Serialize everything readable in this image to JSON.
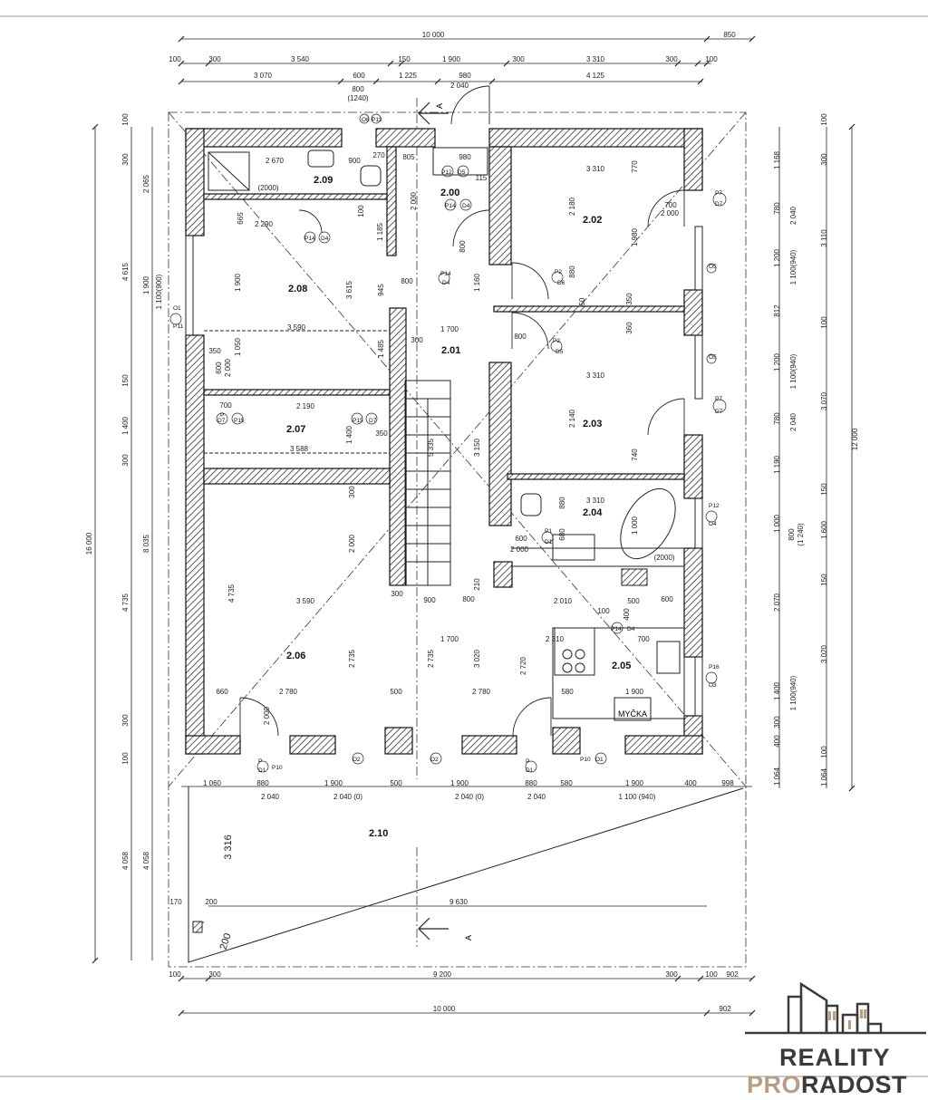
{
  "rooms": [
    {
      "id": "r-209",
      "label": "2.09"
    },
    {
      "id": "r-200",
      "label": "2.00"
    },
    {
      "id": "r-202",
      "label": "2.02"
    },
    {
      "id": "r-208",
      "label": "2.08"
    },
    {
      "id": "r-201",
      "label": "2.01"
    },
    {
      "id": "r-207",
      "label": "2.07"
    },
    {
      "id": "r-203",
      "label": "2.03"
    },
    {
      "id": "r-204",
      "label": "2.04"
    },
    {
      "id": "r-206",
      "label": "2.06"
    },
    {
      "id": "r-205",
      "label": "2.05"
    },
    {
      "id": "r-210",
      "label": "2.10"
    }
  ],
  "top_dims": {
    "row1": [
      "10 000",
      "850"
    ],
    "row2": [
      "100",
      "300",
      "3 540",
      "150",
      "1 900",
      "300",
      "3 310",
      "300",
      "100"
    ],
    "row3": [
      "3 070",
      "600",
      "1 225",
      "980",
      "4 125"
    ],
    "opening": [
      "800",
      "(1240)",
      "2 040"
    ]
  },
  "bottom_dims": {
    "row1": [
      "100",
      "300",
      "9 200",
      "300",
      "100",
      "902"
    ],
    "row2": [
      "10 000",
      "902"
    ],
    "openings": [
      "1 060",
      "880",
      "1 900",
      "500",
      "1 900",
      "880",
      "580",
      "1 900",
      "400",
      "998"
    ],
    "heights": [
      "2 040",
      "2 040 (0)",
      "2 040 (0)",
      "2 040",
      "1 100 (940)"
    ],
    "terrace": [
      "170",
      "200",
      "9 630",
      "3 316",
      "200"
    ]
  },
  "left_dims": {
    "outer": [
      "16 000"
    ],
    "row2": [
      "100",
      "300",
      "2 065",
      "4 615",
      "150",
      "1 400",
      "300",
      "8 035",
      "4 735",
      "300",
      "100",
      "4 058"
    ],
    "row3": [
      "1 900",
      "1 100(900)",
      "4 058"
    ]
  },
  "right_dims": {
    "outer": [
      "12 000"
    ],
    "row2": [
      "100",
      "300",
      "3 110",
      "100",
      "3 070",
      "150",
      "1 600",
      "150",
      "3 020",
      "100",
      "1 064"
    ],
    "row3": [
      "1 168",
      "780",
      "1 200",
      "812",
      "1 200",
      "780",
      "1 190",
      "1 000",
      "2 070",
      "1 400",
      "300",
      "400",
      "1 064"
    ],
    "row4": [
      "2 040",
      "1 100(940)",
      "1 100(940)",
      "2 040",
      "800",
      "(1 240)",
      "1 100(940)"
    ]
  },
  "interior_dims": [
    "2 670",
    "900",
    "270",
    "805",
    "980",
    "115",
    "3 310",
    "770",
    "(2000)",
    "2 000",
    "2 180",
    "700",
    "2 290",
    "665",
    "100",
    "1 185",
    "800",
    "2 000",
    "1 980",
    "1 900",
    "3 615",
    "945",
    "1 160",
    "800",
    "880",
    "50",
    "350",
    "3 590",
    "1 700",
    "1 485",
    "300",
    "800",
    "360",
    "1 050",
    "350",
    "600",
    "2 000",
    "3 310",
    "2 190",
    "700",
    "1 400",
    "350",
    "5 335",
    "3 150",
    "2 140",
    "740",
    "3 588",
    "300",
    "880",
    "3 310",
    "1 000",
    "600",
    "2 000",
    "680",
    "(2000)",
    "4 735",
    "2 000",
    "3 590",
    "300",
    "900",
    "800",
    "210",
    "2 010",
    "500",
    "600",
    "100",
    "400",
    "1 700",
    "2 310",
    "700",
    "2 735",
    "2 735",
    "3 020",
    "2 720",
    "660",
    "2 780",
    "500",
    "2 780",
    "580",
    "1 900",
    "2 000"
  ],
  "openings_tags": [
    "O6",
    "P13",
    "P12",
    "D5",
    "P14",
    "D4",
    "P14",
    "D4",
    "P14",
    "D4",
    "P2",
    "D6",
    "P2",
    "D5",
    "P7",
    "D7",
    "O5",
    "O5",
    "P7",
    "D7",
    "P11",
    "O1",
    "P15",
    "D7",
    "P15",
    "D7",
    "P1",
    "D1",
    "O4",
    "P12",
    "O3",
    "P16",
    "P14",
    "D4",
    "O2",
    "O2",
    "P10",
    "P10",
    "O1",
    "P",
    "D1",
    "P",
    "D1",
    "P"
  ],
  "appliance": "MYČKA",
  "section_marks": [
    "A",
    "A"
  ],
  "logo": {
    "line1": "REALITY",
    "line2a": "PRO",
    "line2b": "RADOST"
  },
  "colors": {
    "wall_hatch": "#444444",
    "line": "#222222",
    "logo_dark": "#3a3a3a",
    "logo_accent": "#b79d83"
  }
}
